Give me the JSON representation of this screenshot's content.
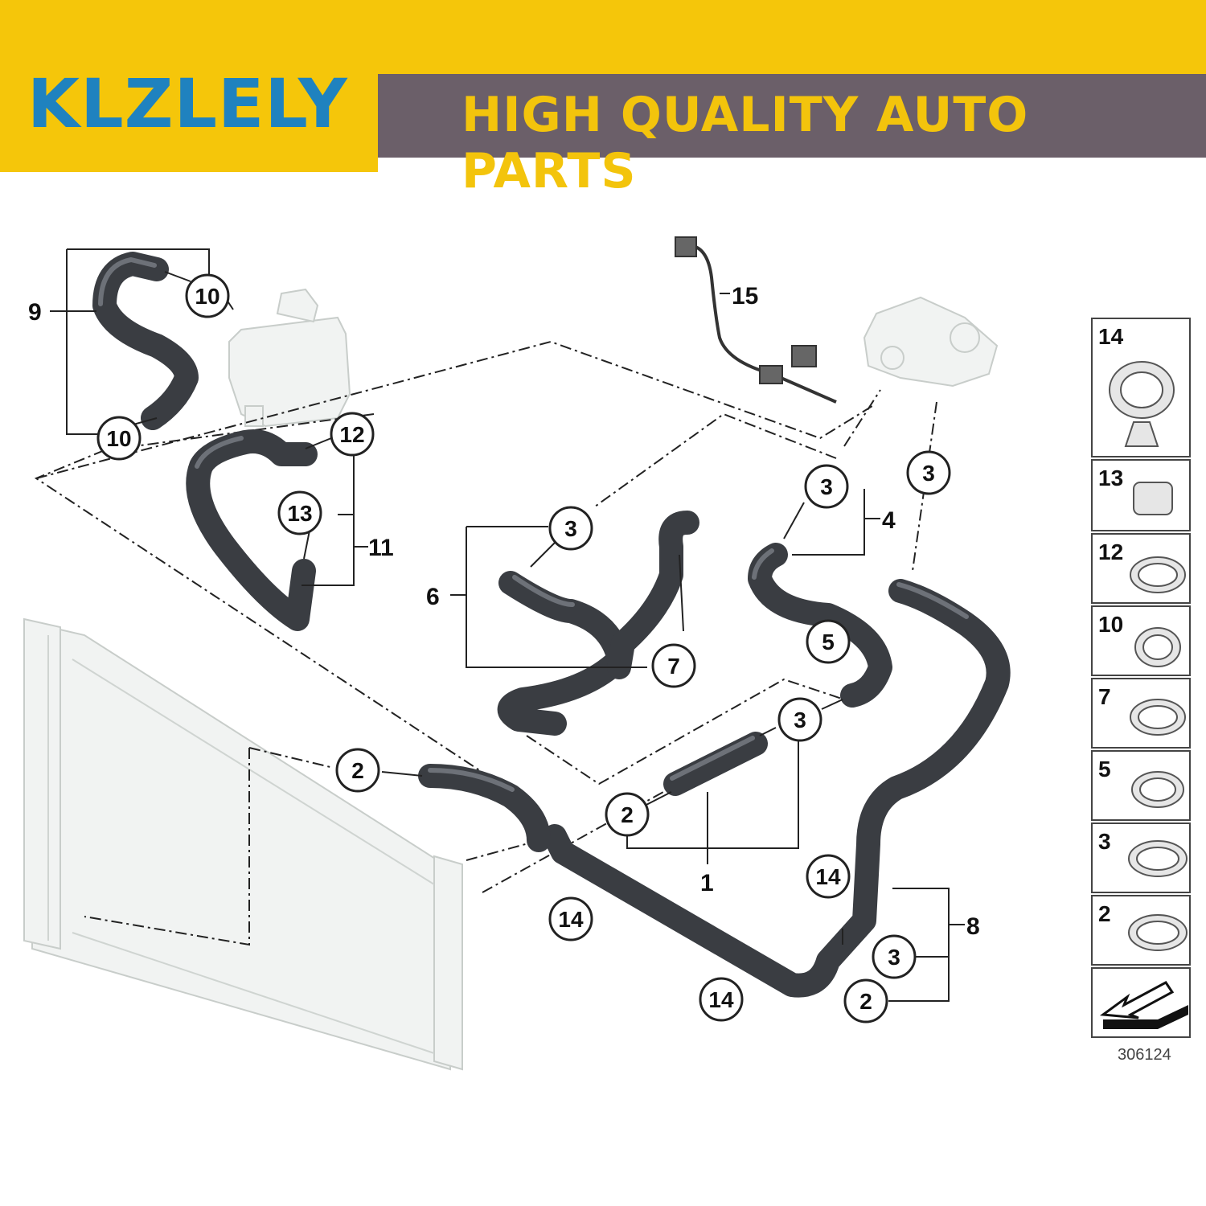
{
  "header": {
    "brand": "KLZLELY",
    "slogan": "HIGH QUALITY AUTO PARTS"
  },
  "colors": {
    "yellow": "#f5c60a",
    "brand_blue": "#1f82bf",
    "bar": "#6b5f69",
    "hose": "#3a3d42"
  },
  "callouts": {
    "c1": "1",
    "c2a": "2",
    "c2b": "2",
    "c2c": "2",
    "c3a": "3",
    "c3b": "3",
    "c3c": "3",
    "c3d": "3",
    "c3e": "3",
    "c4": "4",
    "c5": "5",
    "c6": "6",
    "c7": "7",
    "c8": "8",
    "c9": "9",
    "c10a": "10",
    "c10b": "10",
    "c11": "11",
    "c12": "12",
    "c13": "13",
    "c14a": "14",
    "c14b": "14",
    "c14c": "14",
    "c15": "15"
  },
  "legend": {
    "items": [
      "14",
      "13",
      "12",
      "10",
      "7",
      "5",
      "3",
      "2"
    ]
  },
  "diagram_id": "306124"
}
